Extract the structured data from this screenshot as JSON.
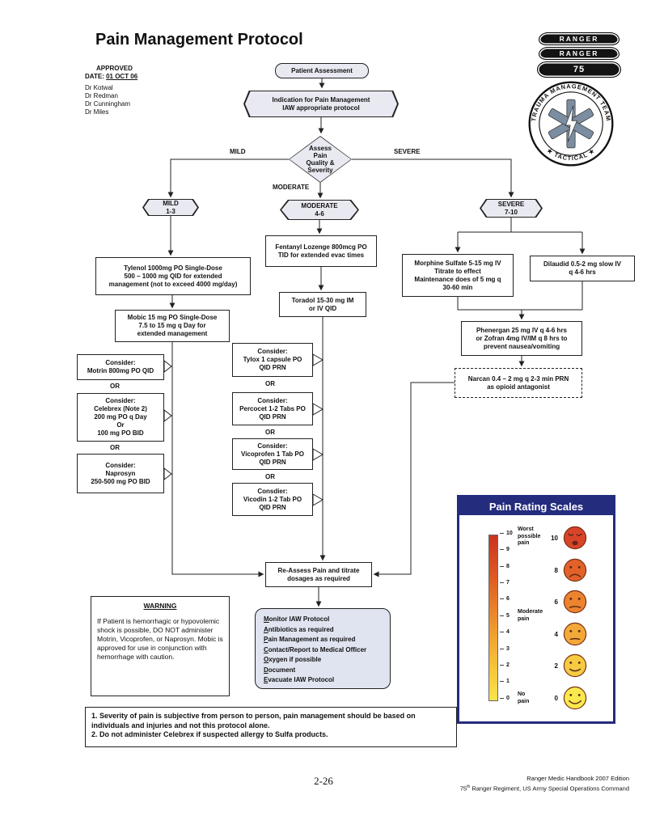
{
  "page": {
    "title": "Pain Management Protocol",
    "page_number": "2-26",
    "footer_edition": "Ranger Medic Handbook 2007 Edition",
    "footer_unit_pre": "75",
    "footer_unit_sup": "th",
    "footer_unit_rest": " Ranger Regiment, US Army Special Operations Command"
  },
  "approval": {
    "approved": "APPROVED",
    "date_label": "DATE: ",
    "date_value": "01 OCT 06",
    "doctors": [
      "Dr Kotwal",
      "Dr Redman",
      "Dr Cunningham",
      "Dr Miles"
    ]
  },
  "insignia": {
    "tab1": "RANGER",
    "tab2": "RANGER",
    "tab3": "75",
    "seal_top": "TRAUMA MANAGEMENT TEAM",
    "seal_bottom": "★ TACTICAL ★"
  },
  "flow": {
    "patient_assessment": "Patient Assessment",
    "indication": "Indication for Pain Management\nIAW appropriate protocol",
    "assess": "Assess\nPain\nQuality &\nSeverity",
    "branch_mild": "MILD",
    "branch_severe": "SEVERE",
    "branch_moderate": "MODERATE",
    "mild": "MILD\n1-3",
    "moderate": "MODERATE\n4-6",
    "severe": "SEVERE\n7-10",
    "tylenol": "Tylenol 1000mg PO Single-Dose\n500 – 1000 mg QID for extended\nmanagement (not to exceed 4000 mg/day)",
    "mobic": "Mobic 15 mg PO Single-Dose\n7.5 to 15 mg q Day for\nextended management",
    "motrin": "Consider:\nMotrin 800mg PO QID",
    "or": "OR",
    "celebrex": "Consider:\nCelebrex (Note 2)\n200 mg PO q Day\nOr\n100 mg PO BID",
    "naprosyn": "Consider:\nNaprosyn\n250-500 mg PO BID",
    "fentanyl": "Fentanyl Lozenge 800mcg PO\nTID for extended evac times",
    "toradol": "Toradol 15-30 mg IM\nor IV QID",
    "tylox": "Consider:\nTylox 1 capsule PO\nQID PRN",
    "percocet": "Consider:\nPercocet 1-2 Tabs PO\nQID PRN",
    "vicoprofen": "Consider:\nVicoprofen 1 Tab PO\nQID PRN",
    "vicodin": "Consdier:\nVicodin 1-2 Tab PO\nQID PRN",
    "morphine": "Morphine Sulfate 5-15 mg IV\nTitrate to effect\nMaintenance does of 5 mg q\n30-60 min",
    "dilaudid": "Dilaudid 0.5-2 mg slow IV\nq 4-6 hrs",
    "phenergan": "Phenergan 25 mg IV q 4-6 hrs\nor Zofran 4mg IV/IM q 8 hrs to\nprevent nausea/vomiting",
    "narcan": "Narcan 0.4 – 2 mg q 2-3 min PRN\nas opioid antagonist",
    "reassess": "Re-Assess Pain and titrate\ndosages as required",
    "monitor_lines": [
      "Monitor IAW Protocol",
      "Antibiotics as required",
      "Pain Management as required",
      "Contact/Report to Medical Officer",
      "Oxygen if possible",
      "Document",
      "Evacuate IAW Protocol"
    ]
  },
  "warning": {
    "title": "WARNING",
    "body": "If Patient is hemorrhagic or hypovolemic shock is possible, DO NOT administer Motrin, Vicoprofen, or Naprosyn.   Mobic is approved for use in conjunction with hemorrhage with caution."
  },
  "notes": {
    "note1": "1.  Severity of pain is subjective from person to person, pain management should be based on individuals and injuries and not this protocol alone.",
    "note2": "2.  Do not administer Celebrex if suspected allergy to Sulfa products."
  },
  "pain_scale": {
    "title": "Pain Rating Scales",
    "ticks": [
      "10",
      "9",
      "8",
      "7",
      "6",
      "5",
      "4",
      "3",
      "2",
      "1",
      "0"
    ],
    "label_top": "Worst\npossible\npain",
    "label_mid": "Moderate\npain",
    "label_bottom": "No\npain",
    "faces": [
      {
        "value": "10",
        "color": "#d8442a"
      },
      {
        "value": "8",
        "color": "#e2622a"
      },
      {
        "value": "6",
        "color": "#ec832e"
      },
      {
        "value": "4",
        "color": "#f2a93a"
      },
      {
        "value": "2",
        "color": "#f6cb42"
      },
      {
        "value": "0",
        "color": "#f9e94e"
      }
    ]
  },
  "colors": {
    "shape_fill": "#e9e9f2",
    "monitor_fill": "#dfe4f0",
    "panel_navy": "#242c7e",
    "line_color": "#222222"
  }
}
